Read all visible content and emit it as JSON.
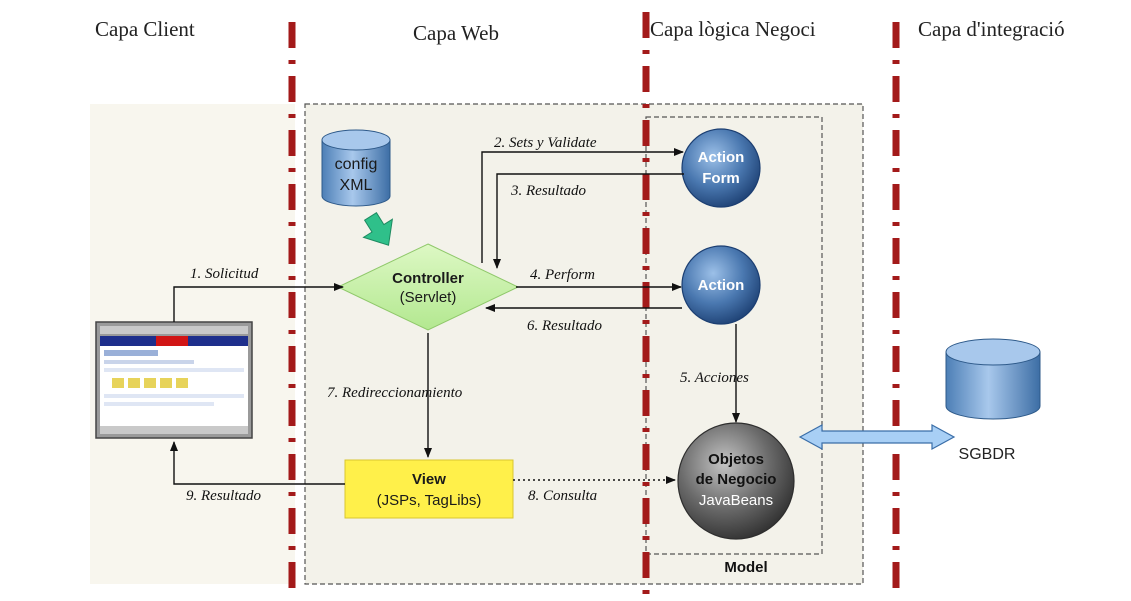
{
  "layers": [
    {
      "title": "Capa Client"
    },
    {
      "title": "Capa Web"
    },
    {
      "title": "Capa lògica Negoci"
    },
    {
      "title": "Capa d'integració"
    }
  ],
  "nodes": {
    "config": {
      "line1": "config",
      "line2": "XML"
    },
    "controller": {
      "line1": "Controller",
      "line2": "(Servlet)"
    },
    "view": {
      "line1": "View",
      "line2": "(JSPs, TagLibs)"
    },
    "action_form": {
      "line1": "Action",
      "line2": "Form"
    },
    "action": {
      "line1": "Action"
    },
    "business_objects": {
      "line1": "Objetos",
      "line2": "de Negocio",
      "line3": "JavaBeans"
    },
    "model": {
      "label": "Model"
    },
    "database": {
      "label": "SGBDR"
    }
  },
  "arrows": {
    "a1": "1. Solicitud",
    "a2": "2. Sets y Validate",
    "a3": "3. Resultado",
    "a4": "4. Perform",
    "a5": "5. Acciones",
    "a6": "6. Resultado",
    "a7": "7. Redireccionamiento",
    "a8": "8. Consulta",
    "a9": "9. Resultado"
  },
  "colors": {
    "layer_divider": "#a31a1a",
    "controller_fill": "#c8f0a8",
    "view_fill": "#fff04a",
    "node_blue": "#4a78b0",
    "business_gray": "#6b6b6b",
    "cylinder_blue": "#7aa6d4",
    "config_arrow": "#2fc08a",
    "db_link": "#a8cff5"
  }
}
